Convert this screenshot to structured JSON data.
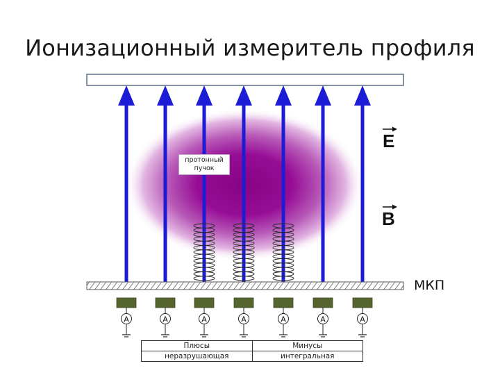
{
  "title": "Ионизационный измеритель профиля",
  "beam": {
    "label_line1": "протонный",
    "label_line2": "пучок"
  },
  "fields": {
    "electric": "E",
    "magnetic": "B"
  },
  "detector": {
    "label": "МКП"
  },
  "ammeters": {
    "symbol": "A",
    "count": 7
  },
  "mode_table": {
    "header": [
      "Плюсы",
      "Минусы"
    ],
    "row": [
      "неразрушающая",
      "интегральная"
    ]
  },
  "colors": {
    "arrow": "#1c1cd6",
    "beam_core": "#8a0a8c",
    "plate_border": "#5a6b80",
    "pad": "#566430"
  }
}
